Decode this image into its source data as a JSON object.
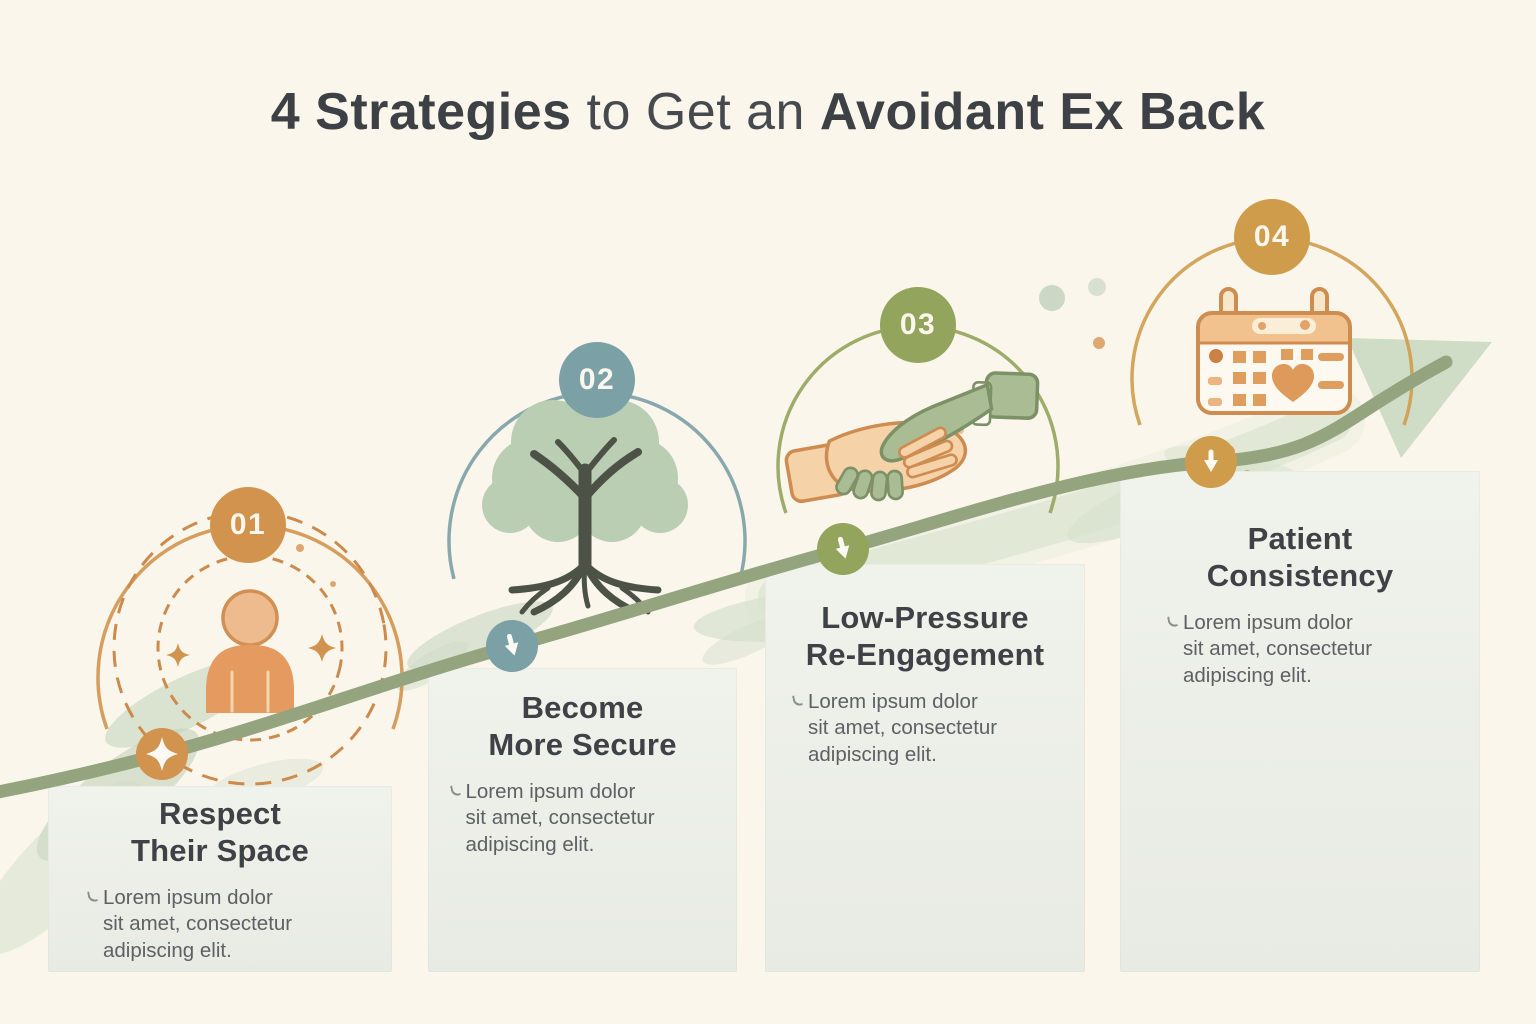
{
  "header": {
    "title_prefix": "4 Strategies",
    "title_middle": "to Get an",
    "title_suffix": "Avoidant Ex Back"
  },
  "theme": {
    "background": "#faf6ec",
    "card_background": "#edf0e8",
    "path_color": "#93a47e",
    "arrow_color": "#cbdac2",
    "aura_dash_color": "#cc8a4c",
    "title_text_color": "#3e4246",
    "body_text_color": "#5c6165",
    "badge_text_color": "#fcf7ec"
  },
  "steps": [
    {
      "number": "01",
      "title": "Respect\nTheir Space",
      "body": "Lorem ipsum dolor\nsit amet, consectetur\nadipiscing elit.",
      "color": "#d2934e",
      "icon": "person-space-icon",
      "marker_icon": "sparkle-icon"
    },
    {
      "number": "02",
      "title": "Become\nMore Secure",
      "body": "Lorem ipsum dolor\nsit amet, consectetur\nadipiscing elit.",
      "color": "#7ba0a6",
      "icon": "rooted-tree-icon",
      "marker_icon": "down-arrow-icon"
    },
    {
      "number": "03",
      "title": "Low-Pressure\nRe-Engagement",
      "body": "Lorem ipsum dolor\nsit amet, consectetur\nadipiscing elit.",
      "color": "#93a45c",
      "icon": "handshake-icon",
      "marker_icon": "down-arrow-icon"
    },
    {
      "number": "04",
      "title": "Patient\nConsistency",
      "body": "Lorem ipsum dolor\nsit amet, consectetur\nadipiscing elit.",
      "color": "#cf9c4c",
      "icon": "calendar-heart-icon",
      "marker_icon": "down-arrow-icon"
    }
  ]
}
